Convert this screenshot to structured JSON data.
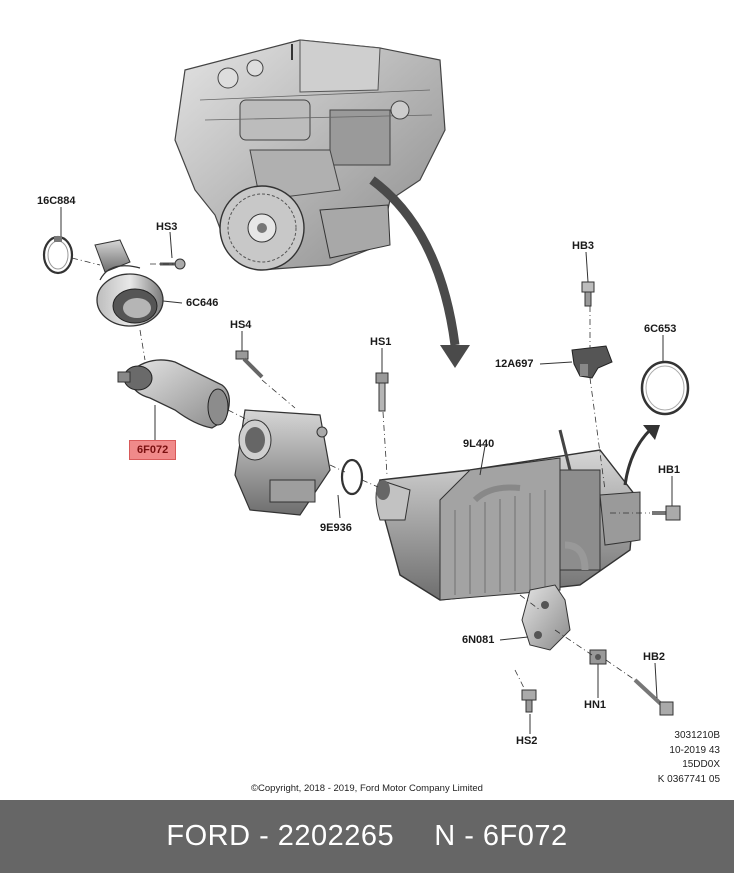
{
  "callouts": {
    "c16c884": "16C884",
    "hs3": "HS3",
    "c6c646": "6C646",
    "hs4": "HS4",
    "c6f072": "6F072",
    "hs1": "HS1",
    "hb3": "HB3",
    "c12a697": "12A697",
    "c6c653": "6C653",
    "c9l440": "9L440",
    "hb1": "HB1",
    "c9e936": "9E936",
    "c6n081": "6N081",
    "hb2": "HB2",
    "hn1": "HN1",
    "hs2": "HS2"
  },
  "stamp": [
    "3031210B",
    "10-2019 43",
    "15DD0X",
    "K 0367741 05"
  ],
  "copyright": "©Copyright, 2018 - 2019, Ford Motor Company Limited",
  "footer": {
    "brand_part": "FORD - 2202265",
    "ref": "N - 6F072"
  },
  "colors": {
    "highlight": "#f08a8a",
    "footer_bg": "#666666"
  }
}
